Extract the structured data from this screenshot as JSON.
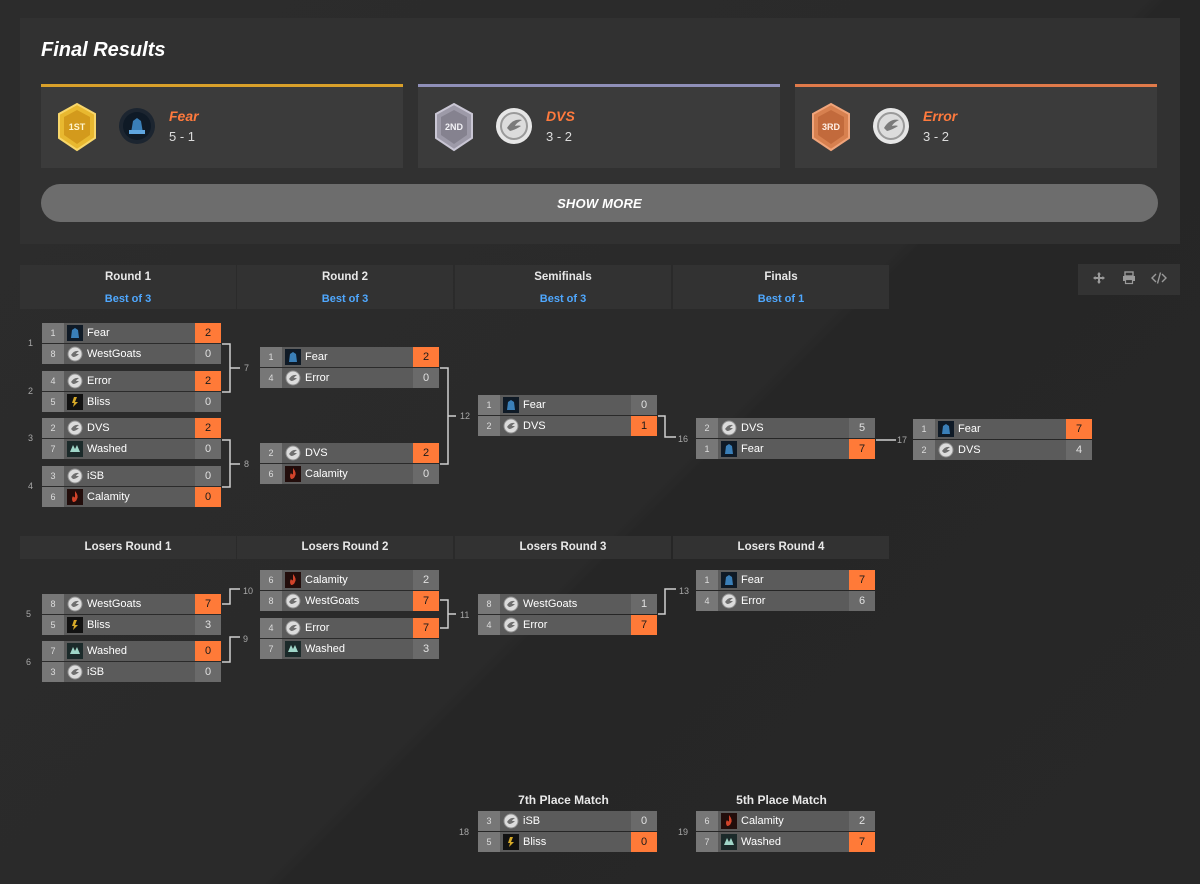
{
  "final_results": {
    "title": "Final Results",
    "places": [
      {
        "medal": "1ST",
        "team": "Fear",
        "score": "5 - 1",
        "bar_color": "#d9a02a",
        "logo_icon": "titans-logo-icon"
      },
      {
        "medal": "2ND",
        "team": "DVS",
        "score": "3 - 2",
        "bar_color": "#8f8fb8",
        "logo_icon": "wing-logo-icon"
      },
      {
        "medal": "3RD",
        "team": "Error",
        "score": "3 - 2",
        "bar_color": "#e07a4a",
        "logo_icon": "wing-logo-icon"
      }
    ],
    "show_more_label": "SHOW MORE"
  },
  "toolbar": {
    "icons": [
      "move-icon",
      "print-icon",
      "embed-code-icon"
    ]
  },
  "winners_headers": [
    {
      "title": "Round 1",
      "best_of": "Best of 3"
    },
    {
      "title": "Round 2",
      "best_of": "Best of 3"
    },
    {
      "title": "Semifinals",
      "best_of": "Best of 3"
    },
    {
      "title": "Finals",
      "best_of": "Best of 1"
    }
  ],
  "losers_headers": [
    {
      "title": "Losers Round 1"
    },
    {
      "title": "Losers Round 2"
    },
    {
      "title": "Losers Round 3"
    },
    {
      "title": "Losers Round 4"
    }
  ],
  "placement_labels": {
    "seventh": "7th Place Match",
    "fifth": "5th Place Match"
  },
  "matches": [
    {
      "id": "1",
      "teams": [
        {
          "seed": "1",
          "name": "Fear",
          "score": "2",
          "win": true,
          "logo": "titans-logo-icon"
        },
        {
          "seed": "8",
          "name": "WestGoats",
          "score": "0",
          "win": false,
          "logo": "wing-logo-icon"
        }
      ]
    },
    {
      "id": "2",
      "teams": [
        {
          "seed": "4",
          "name": "Error",
          "score": "2",
          "win": true,
          "logo": "wing-logo-icon"
        },
        {
          "seed": "5",
          "name": "Bliss",
          "score": "0",
          "win": false,
          "logo": "bliss-logo-icon"
        }
      ]
    },
    {
      "id": "3",
      "teams": [
        {
          "seed": "2",
          "name": "DVS",
          "score": "2",
          "win": true,
          "logo": "wing-logo-icon"
        },
        {
          "seed": "7",
          "name": "Washed",
          "score": "0",
          "win": false,
          "logo": "washed-logo-icon"
        }
      ]
    },
    {
      "id": "4",
      "teams": [
        {
          "seed": "3",
          "name": "iSB",
          "score": "0",
          "win": false,
          "logo": "wing-logo-icon"
        },
        {
          "seed": "6",
          "name": "Calamity",
          "score": "0",
          "win": true,
          "logo": "calamity-logo-icon"
        }
      ]
    },
    {
      "id": "7",
      "teams": [
        {
          "seed": "1",
          "name": "Fear",
          "score": "2",
          "win": true,
          "logo": "titans-logo-icon"
        },
        {
          "seed": "4",
          "name": "Error",
          "score": "0",
          "win": false,
          "logo": "wing-logo-icon"
        }
      ]
    },
    {
      "id": "8",
      "teams": [
        {
          "seed": "2",
          "name": "DVS",
          "score": "2",
          "win": true,
          "logo": "wing-logo-icon"
        },
        {
          "seed": "6",
          "name": "Calamity",
          "score": "0",
          "win": false,
          "logo": "calamity-logo-icon"
        }
      ]
    },
    {
      "id": "12",
      "teams": [
        {
          "seed": "1",
          "name": "Fear",
          "score": "0",
          "win": false,
          "logo": "titans-logo-icon"
        },
        {
          "seed": "2",
          "name": "DVS",
          "score": "1",
          "win": true,
          "logo": "wing-logo-icon"
        }
      ]
    },
    {
      "id": "16",
      "teams": [
        {
          "seed": "2",
          "name": "DVS",
          "score": "5",
          "win": false,
          "logo": "wing-logo-icon"
        },
        {
          "seed": "1",
          "name": "Fear",
          "score": "7",
          "win": true,
          "logo": "titans-logo-icon"
        }
      ]
    },
    {
      "id": "17",
      "teams": [
        {
          "seed": "1",
          "name": "Fear",
          "score": "7",
          "win": true,
          "logo": "titans-logo-icon"
        },
        {
          "seed": "2",
          "name": "DVS",
          "score": "4",
          "win": false,
          "logo": "wing-logo-icon"
        }
      ]
    },
    {
      "id": "5",
      "teams": [
        {
          "seed": "8",
          "name": "WestGoats",
          "score": "7",
          "win": true,
          "logo": "wing-logo-icon"
        },
        {
          "seed": "5",
          "name": "Bliss",
          "score": "3",
          "win": false,
          "logo": "bliss-logo-icon"
        }
      ]
    },
    {
      "id": "6",
      "teams": [
        {
          "seed": "7",
          "name": "Washed",
          "score": "0",
          "win": true,
          "logo": "washed-logo-icon"
        },
        {
          "seed": "3",
          "name": "iSB",
          "score": "0",
          "win": false,
          "logo": "wing-logo-icon"
        }
      ]
    },
    {
      "id": "10",
      "teams": [
        {
          "seed": "6",
          "name": "Calamity",
          "score": "2",
          "win": false,
          "logo": "calamity-logo-icon"
        },
        {
          "seed": "8",
          "name": "WestGoats",
          "score": "7",
          "win": true,
          "logo": "wing-logo-icon"
        }
      ]
    },
    {
      "id": "9",
      "teams": [
        {
          "seed": "4",
          "name": "Error",
          "score": "7",
          "win": true,
          "logo": "wing-logo-icon"
        },
        {
          "seed": "7",
          "name": "Washed",
          "score": "3",
          "win": false,
          "logo": "washed-logo-icon"
        }
      ]
    },
    {
      "id": "11",
      "teams": [
        {
          "seed": "8",
          "name": "WestGoats",
          "score": "1",
          "win": false,
          "logo": "wing-logo-icon"
        },
        {
          "seed": "4",
          "name": "Error",
          "score": "7",
          "win": true,
          "logo": "wing-logo-icon"
        }
      ]
    },
    {
      "id": "13",
      "teams": [
        {
          "seed": "1",
          "name": "Fear",
          "score": "7",
          "win": true,
          "logo": "titans-logo-icon"
        },
        {
          "seed": "4",
          "name": "Error",
          "score": "6",
          "win": false,
          "logo": "wing-logo-icon"
        }
      ]
    },
    {
      "id": "18",
      "teams": [
        {
          "seed": "3",
          "name": "iSB",
          "score": "0",
          "win": false,
          "logo": "wing-logo-icon"
        },
        {
          "seed": "5",
          "name": "Bliss",
          "score": "0",
          "win": true,
          "logo": "bliss-logo-icon"
        }
      ]
    },
    {
      "id": "19",
      "teams": [
        {
          "seed": "6",
          "name": "Calamity",
          "score": "2",
          "win": false,
          "logo": "calamity-logo-icon"
        },
        {
          "seed": "7",
          "name": "Washed",
          "score": "7",
          "win": true,
          "logo": "washed-logo-icon"
        }
      ]
    }
  ]
}
